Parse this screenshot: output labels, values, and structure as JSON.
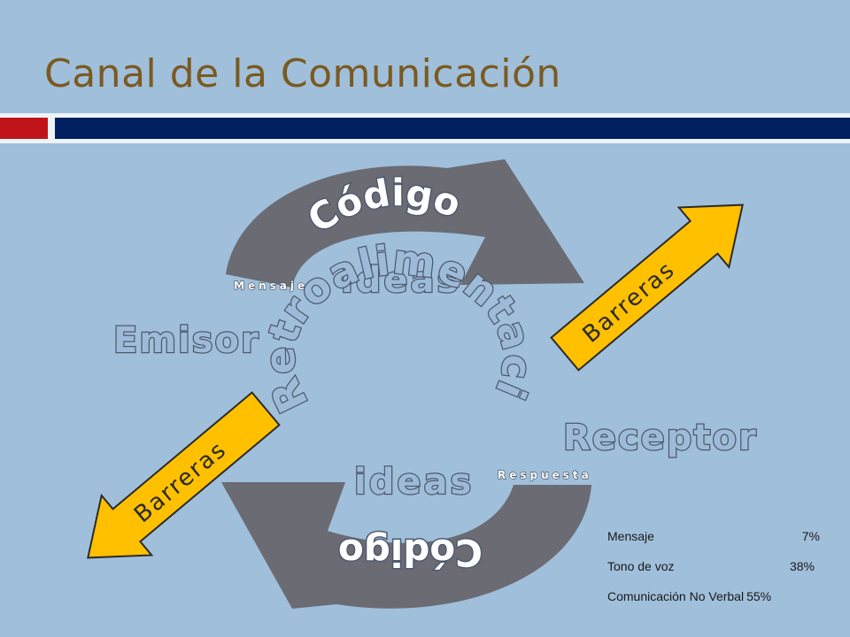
{
  "title": "Canal de la Comunicación",
  "diagram": {
    "codigo_top": "Código",
    "codigo_bottom": "Código",
    "ideas_top": "ideas",
    "ideas_bottom": "ideas",
    "mensaje_label": "Mensaje",
    "respuesta_label": "Respuesta",
    "emisor": "Emisor",
    "receptor": "Receptor",
    "retroalimentacion": "Retroalimentación",
    "barreras_right": "Barreras",
    "barreras_left": "Barreras"
  },
  "stats": [
    {
      "label": "Mensaje",
      "value": "7%"
    },
    {
      "label": "Tono de voz",
      "value": "38%"
    },
    {
      "label": "Comunicación No Verbal",
      "value": "55%"
    }
  ],
  "colors": {
    "background": "#a0bfda",
    "title": "#7a5a22",
    "accent_red": "#c0141a",
    "accent_navy": "#002060",
    "arrow_gray": "#6b6b73",
    "arrow_yellow": "#ffc000"
  }
}
